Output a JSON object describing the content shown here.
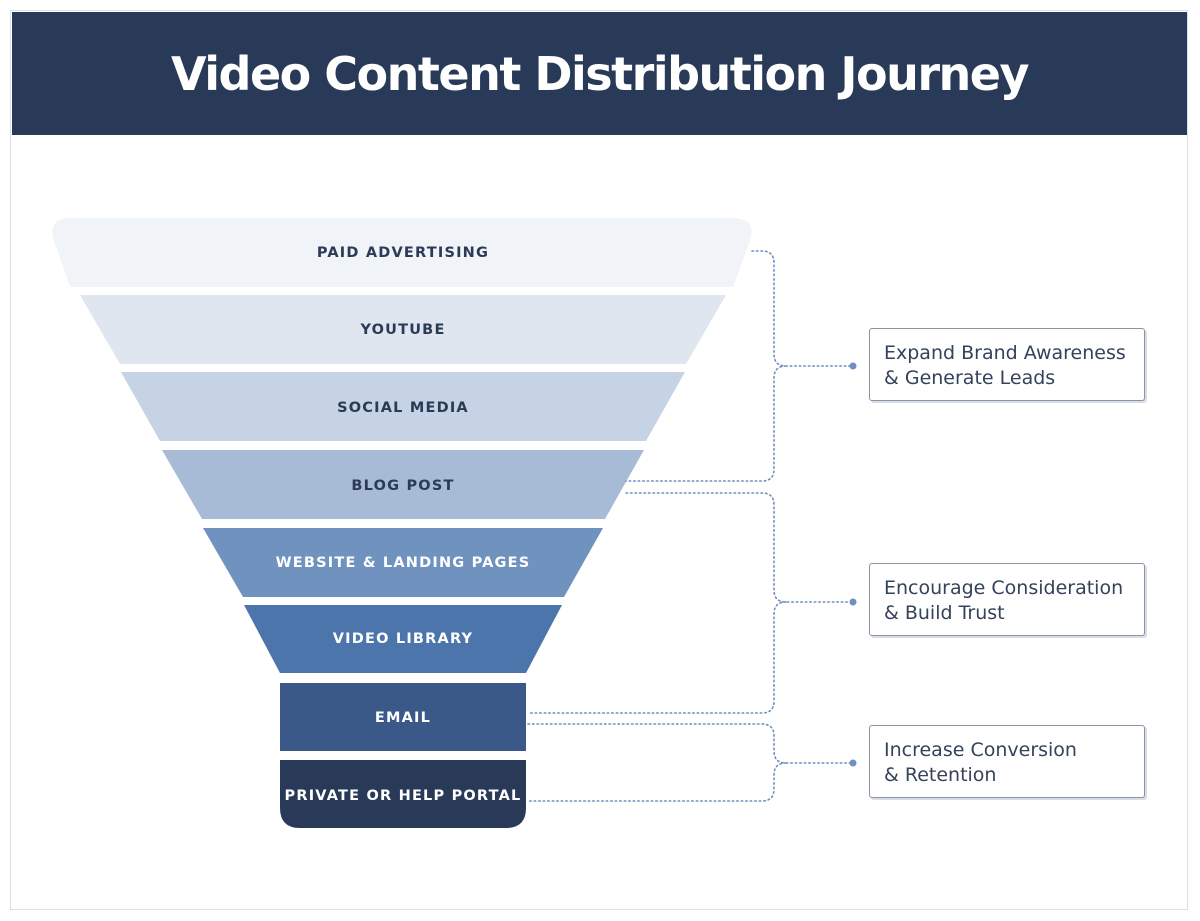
{
  "title": "Video Content Distribution Journey",
  "stages": [
    {
      "label": "PAID ADVERTISING",
      "fill": "#f0f3f8",
      "text": "#2b3a55"
    },
    {
      "label": "YOUTUBE",
      "fill": "#dfe6f0",
      "text": "#2b3a55"
    },
    {
      "label": "SOCIAL MEDIA",
      "fill": "#c6d3e5",
      "text": "#2b3a55"
    },
    {
      "label": "BLOG POST",
      "fill": "#a7bad6",
      "text": "#2b3a55"
    },
    {
      "label": "WEBSITE & LANDING PAGES",
      "fill": "#6f92bf",
      "text": "#ffffff"
    },
    {
      "label": "VIDEO LIBRARY",
      "fill": "#4c75ac",
      "text": "#ffffff"
    },
    {
      "label": "EMAIL",
      "fill": "#3a5888",
      "text": "#ffffff"
    },
    {
      "label": "PRIVATE OR HELP PORTAL",
      "fill": "#283a57",
      "text": "#ffffff"
    }
  ],
  "outcomes": [
    {
      "line1": "Expand Brand Awareness",
      "line2": "& Generate Leads"
    },
    {
      "line1": "Encourage Consideration",
      "line2": "& Build Trust"
    },
    {
      "line1": "Increase Conversion",
      "line2": "& Retention"
    }
  ],
  "colors": {
    "header": "#283a57",
    "connector": "#6f8fbd"
  }
}
